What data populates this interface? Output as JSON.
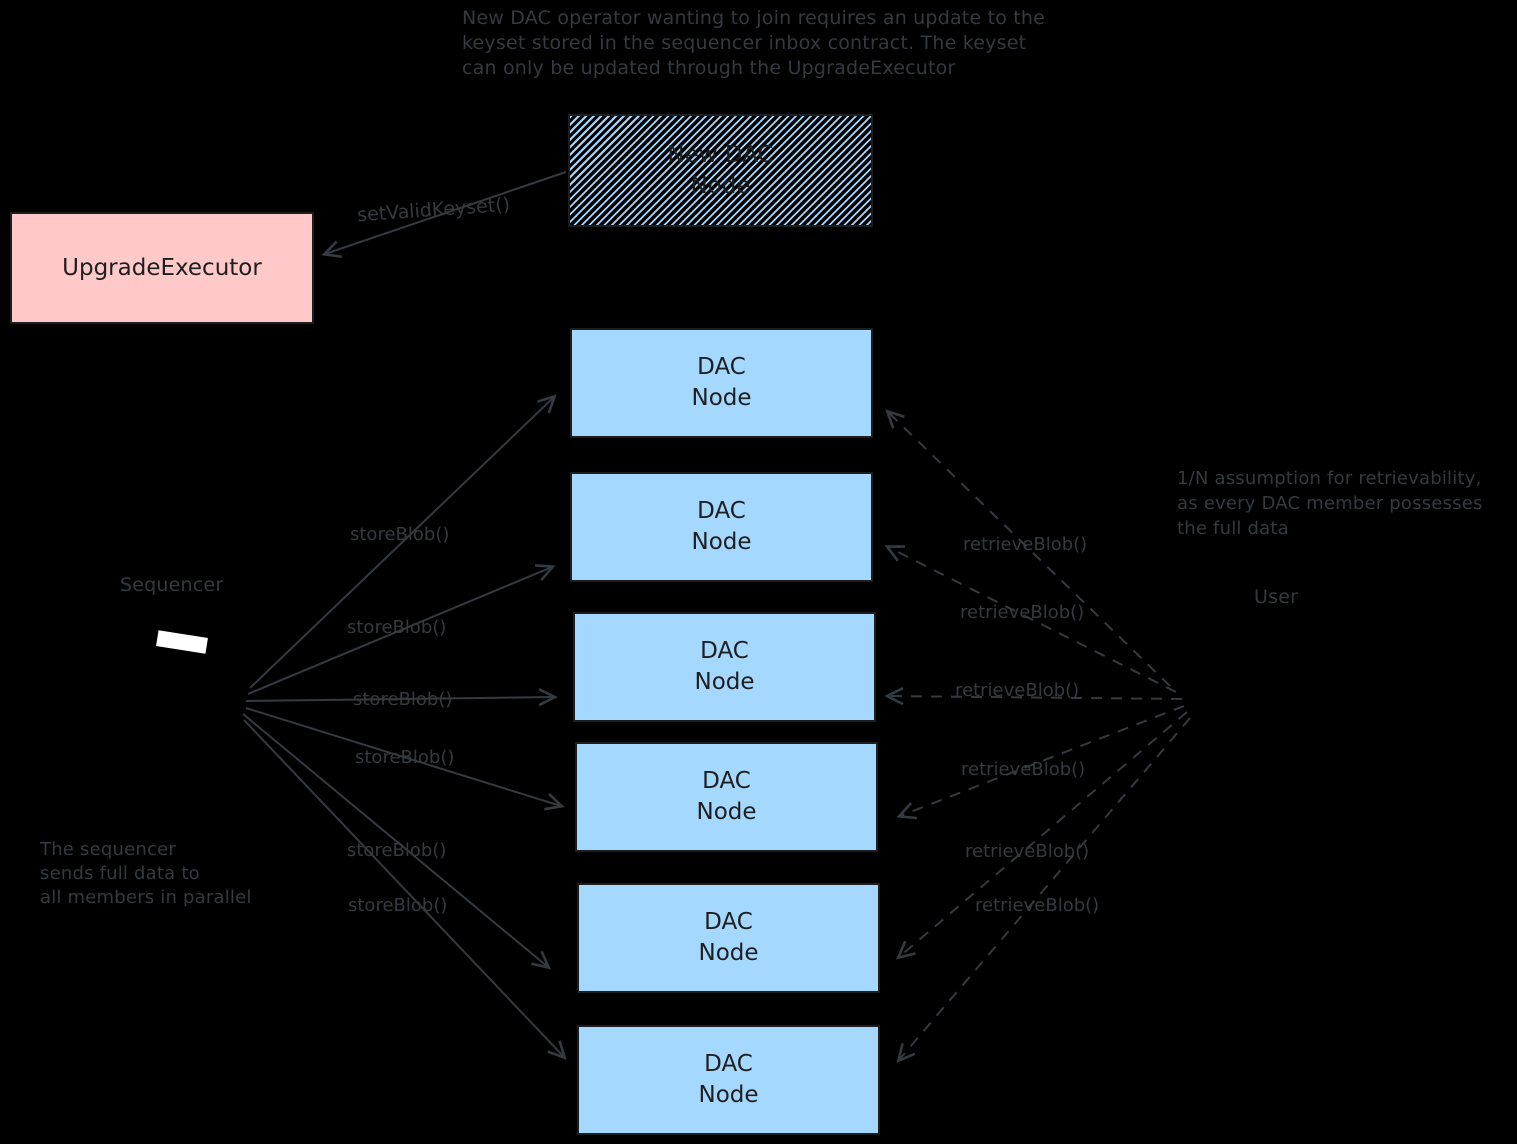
{
  "colors": {
    "background": "#000000",
    "node_fill": "#a5d8ff",
    "executor_fill": "#ffc9c9",
    "box_stroke": "#1e1e1e",
    "annotation": "#343a40",
    "chip": "#ffffff"
  },
  "notes": {
    "top": "New DAC operator wanting to join requires an update to the\nkeyset stored in the sequencer inbox contract. The keyset\ncan only be updated through the UpgradeExecutor",
    "bottom_left": "The sequencer\nsends full data to\nall members in parallel",
    "right": "1/N assumption for retrievability,\nas every DAC member possesses\nthe full data"
  },
  "labels": {
    "sequencer": "Sequencer",
    "user": "User",
    "set_valid_keyset": "setValidKeyset()"
  },
  "boxes": {
    "upgrade_executor": {
      "label": "UpgradeExecutor"
    },
    "new_dac_node": {
      "label": "New DAC\nNode"
    },
    "dac_nodes": [
      {
        "label": "DAC\nNode"
      },
      {
        "label": "DAC\nNode"
      },
      {
        "label": "DAC\nNode"
      },
      {
        "label": "DAC\nNode"
      },
      {
        "label": "DAC\nNode"
      },
      {
        "label": "DAC\nNode"
      }
    ]
  },
  "edges": {
    "store": [
      {
        "label": "storeBlob()"
      },
      {
        "label": "storeBlob()"
      },
      {
        "label": "storeBlob()"
      },
      {
        "label": "storeBlob()"
      },
      {
        "label": "storeBlob()"
      },
      {
        "label": "storeBlob()"
      }
    ],
    "retrieve": [
      {
        "label": "retrieveBlob()"
      },
      {
        "label": "retrieveBlob()"
      },
      {
        "label": "retrieveBlob()"
      },
      {
        "label": "retrieveBlob()"
      },
      {
        "label": "retrieveBlob()"
      },
      {
        "label": "retrieveBlob()"
      }
    ]
  }
}
